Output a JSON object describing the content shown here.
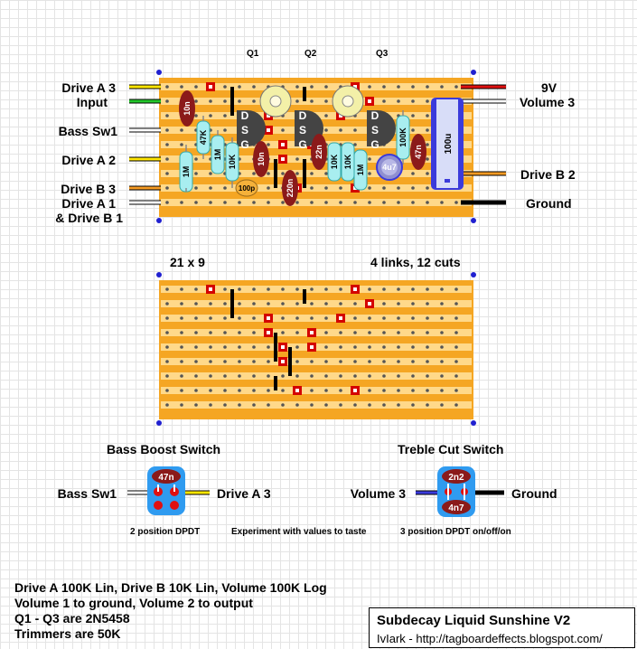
{
  "transistors": {
    "q1": "Q1",
    "q2": "Q2",
    "q3": "Q3"
  },
  "left_labels": {
    "drive_a3": "Drive A 3",
    "input": "Input",
    "bass_sw1": "Bass Sw1",
    "drive_a2": "Drive A 2",
    "drive_b3": "Drive B 3",
    "drive_a1": "Drive A 1",
    "and_drive_b1": "& Drive B 1"
  },
  "right_labels": {
    "v9": "9V",
    "volume3": "Volume 3",
    "drive_b2": "Drive B 2",
    "ground": "Ground"
  },
  "components": {
    "c_10n_a": "10n",
    "r_47k": "47K",
    "r_1m_a": "1M",
    "r_1m_b": "1M",
    "r_10k_a": "10K",
    "c_10n_b": "10n",
    "c_100p": "100p",
    "c_220n": "220n",
    "c_22n": "22n",
    "r_10k_b": "10K",
    "r_10k_c": "10K",
    "r_1m_c": "1M",
    "c_4u7": "4u7",
    "r_100k": "100K",
    "c_47n": "47n",
    "c_100u": "100u",
    "jfet_pins": "D S G"
  },
  "board_info": {
    "size": "21 x 9",
    "links_cuts": "4 links, 12 cuts"
  },
  "bass_switch": {
    "title": "Bass Boost Switch",
    "left": "Bass Sw1",
    "right": "Drive A 3",
    "cap": "47n",
    "type": "2 position DPDT"
  },
  "treble_switch": {
    "title": "Treble Cut Switch",
    "left": "Volume 3",
    "right": "Ground",
    "cap_top": "2n2",
    "cap_bottom": "4n7",
    "type": "3 position DPDT  on/off/on"
  },
  "experiment_note": "Experiment with values to taste",
  "notes": [
    "Drive A 100K Lin, Drive B 10K Lin, Volume 100K Log",
    "Volume 1 to ground, Volume 2 to output",
    "Q1 - Q3 are 2N5458",
    "Trimmers are 50K"
  ],
  "title": {
    "name": "Subdecay Liquid Sunshine V2",
    "author": "IvIark - http://tagboardeffects.blogspot.com/"
  },
  "colors": {
    "board": "#f5a623",
    "strip": "#ffd98a",
    "resistor": "#a8eef0",
    "capacitor": "#8b1a1a",
    "electrolytic": "#3b3bdb",
    "cut": "#d40000",
    "link": "#000000",
    "switch_body": "#2f9bf0"
  }
}
